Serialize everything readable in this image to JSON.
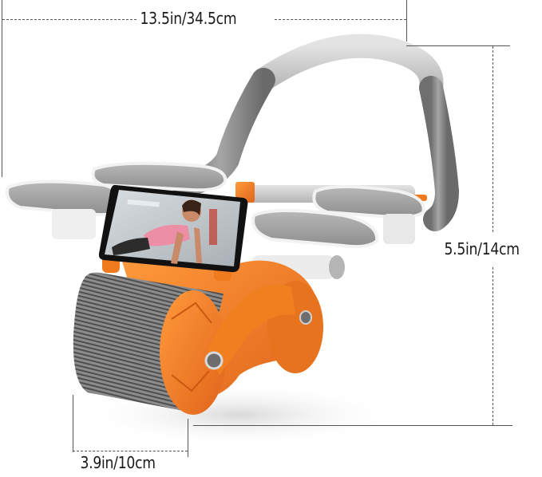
{
  "image": {
    "subject": "Automatic rebound abdominal wheel with elbow support pads and phone holder",
    "colors": {
      "accent_orange": "#f07a1e",
      "frame_gray": "#8a8a8a",
      "light_gray": "#c9c9c9",
      "pad_gray": "#9a9a9a",
      "white_parts": "#eeeeee",
      "roller_dark": "#5f5f5f",
      "line": "#555555"
    }
  },
  "dimensions": {
    "width": {
      "label": "13.5in/34.5cm"
    },
    "height": {
      "label": "5.5in/14cm"
    },
    "wheel_width": {
      "label": "3.9in/10cm"
    }
  },
  "phone_screen": {
    "content": "woman in pink tank top doing a plank in a gym"
  }
}
